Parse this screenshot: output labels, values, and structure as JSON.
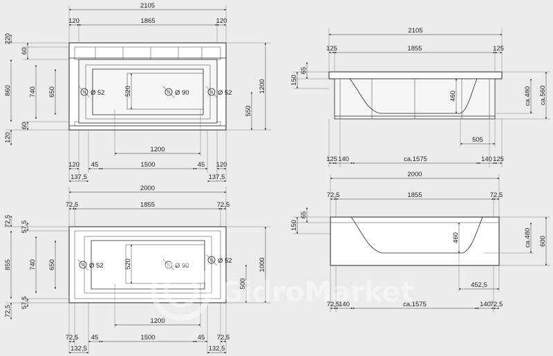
{
  "watermark": {
    "text": "GidroMarket"
  },
  "top_view_1": {
    "dims_top": [
      "2105",
      "120",
      "1865",
      "120"
    ],
    "dims_left": [
      "220",
      "60",
      "860",
      "740",
      "650",
      "60",
      "120"
    ],
    "dims_inner": [
      "520",
      "550"
    ],
    "dims_right": [
      "1200"
    ],
    "holes": [
      "52",
      "90"
    ],
    "dims_bottom": [
      "1200",
      "120",
      "45",
      "1500",
      "45",
      "120",
      "137,5",
      "137,5"
    ]
  },
  "side_view_1": {
    "dims_top": [
      "2105",
      "125",
      "1855",
      "125"
    ],
    "dims_left": [
      "65",
      "150"
    ],
    "dims_inner": [
      "460"
    ],
    "dims_right": [
      "ca.480",
      "ca.560"
    ],
    "dims_bottom": [
      "505",
      "125",
      "140",
      "ca.1575",
      "140",
      "125"
    ]
  },
  "top_view_2": {
    "dims_top": [
      "2000",
      "72,5",
      "1855",
      "72,5"
    ],
    "dims_left": [
      "72,5",
      "57,5",
      "855",
      "740",
      "650",
      "57,5",
      "72,5"
    ],
    "dims_inner": [
      "520",
      "500"
    ],
    "dims_right": [
      "1000"
    ],
    "holes": [
      "52",
      "90",
      "52"
    ],
    "dims_bottom": [
      "1200",
      "72,5",
      "45",
      "1500",
      "45",
      "72,5",
      "132,5",
      "132,5"
    ]
  },
  "side_view_2": {
    "dims_top": [
      "2000",
      "72,5",
      "1855",
      "72,5"
    ],
    "dims_left": [
      "65",
      "150"
    ],
    "dims_inner": [
      "460"
    ],
    "dims_right": [
      "ca.480",
      "600"
    ],
    "dims_bottom": [
      "452,5",
      "72,5",
      "140",
      "ca.1575",
      "140",
      "72,5"
    ]
  }
}
